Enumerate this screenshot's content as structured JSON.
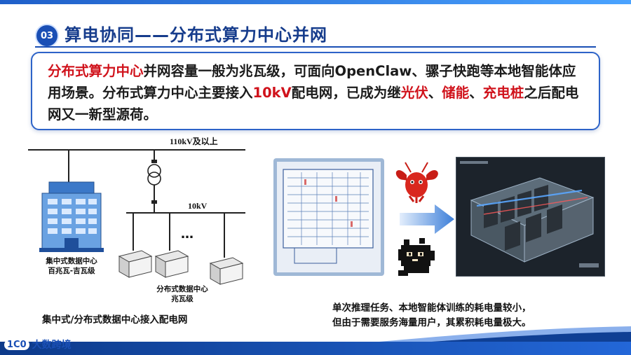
{
  "slide": {
    "section_number": "03",
    "title": "算电协同——分布式算力中心并网"
  },
  "callout": {
    "segments": [
      {
        "text": "分布式算力中心",
        "hl": true
      },
      {
        "text": "并网容量一般为兆瓦级，可面向OpenClaw、骡子快跑等本地智能体应用场景。分布式算力中心主要接入",
        "hl": false
      },
      {
        "text": "10kV",
        "hl": true
      },
      {
        "text": "配电网，已成为继",
        "hl": false
      },
      {
        "text": "光伏",
        "hl": true
      },
      {
        "text": "、",
        "hl": false
      },
      {
        "text": "储能",
        "hl": true
      },
      {
        "text": "、",
        "hl": false
      },
      {
        "text": "充电桩",
        "hl": true
      },
      {
        "text": "之后配电网又一新型源荷。",
        "hl": false
      }
    ]
  },
  "diagram": {
    "hv_label": "110kV及以上",
    "mv_label": "10kV",
    "ellipsis": "…",
    "central_label_1": "集中式数据中心",
    "central_label_2": "百兆瓦-吉瓦级",
    "dist_label_1": "分布式数据中心",
    "dist_label_2": "兆瓦级"
  },
  "captions": {
    "left": "集中式/分布式数据中心接入配电网",
    "right_1": "单次推理任务、本地智能体训练的耗电量较小，",
    "right_2": "但由于需要服务海量用户，其累积耗电量极大。"
  },
  "footer": {
    "logo_mark": "1C0",
    "logo_text": "大数跨境"
  },
  "colors": {
    "accent": "#1a4fb5",
    "highlight": "#d0121b",
    "title": "#163c8c"
  }
}
